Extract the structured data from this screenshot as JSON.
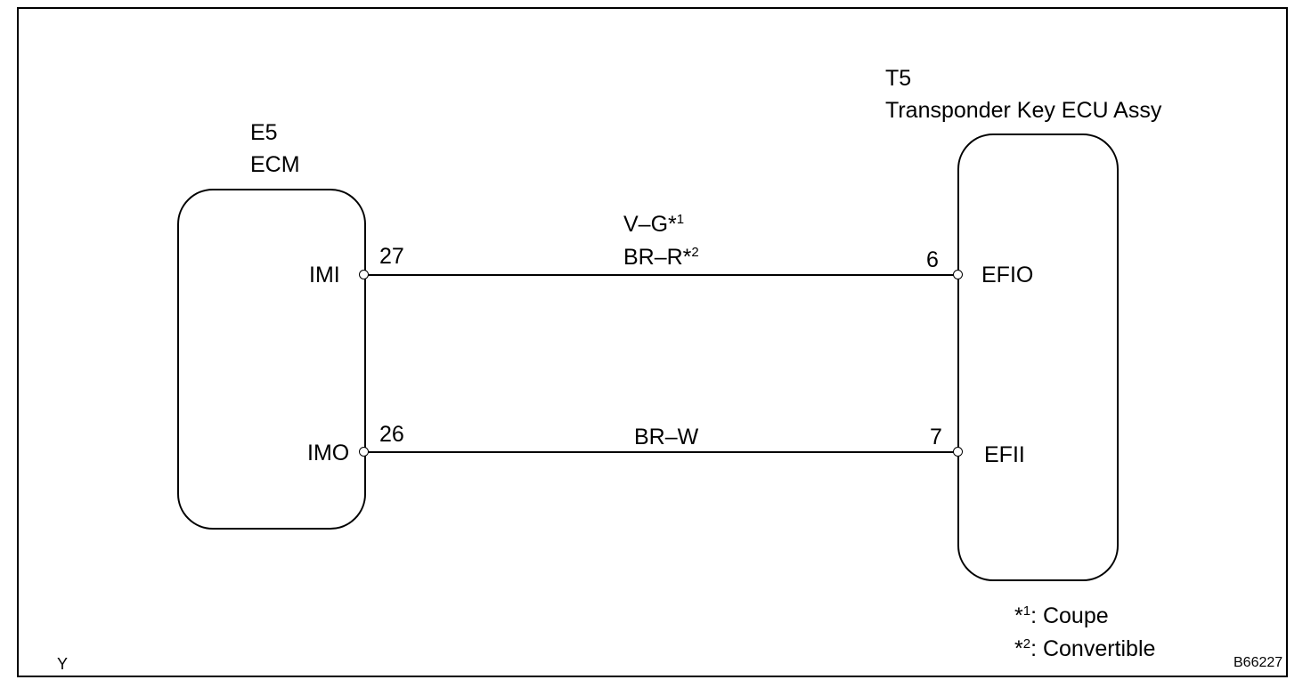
{
  "ecm": {
    "connector": "E5",
    "name": "ECM",
    "pins": [
      {
        "terminal": "IMI",
        "number": "27"
      },
      {
        "terminal": "IMO",
        "number": "26"
      }
    ]
  },
  "transponder": {
    "connector": "T5",
    "name": "Transponder Key ECU Assy",
    "pins": [
      {
        "terminal": "EFIO",
        "number": "6"
      },
      {
        "terminal": "EFII",
        "number": "7"
      }
    ]
  },
  "wires": [
    {
      "colors": [
        {
          "text": "V–G*",
          "note": "1"
        },
        {
          "text": "BR–R*",
          "note": "2"
        }
      ]
    },
    {
      "colors": [
        {
          "text": "BR–W"
        }
      ]
    }
  ],
  "footnotes": [
    {
      "mark": "*",
      "num": "1",
      "text": ": Coupe"
    },
    {
      "mark": "*",
      "num": "2",
      "text": ": Convertible"
    }
  ],
  "corner_left": "Y",
  "figure_code": "B66227"
}
